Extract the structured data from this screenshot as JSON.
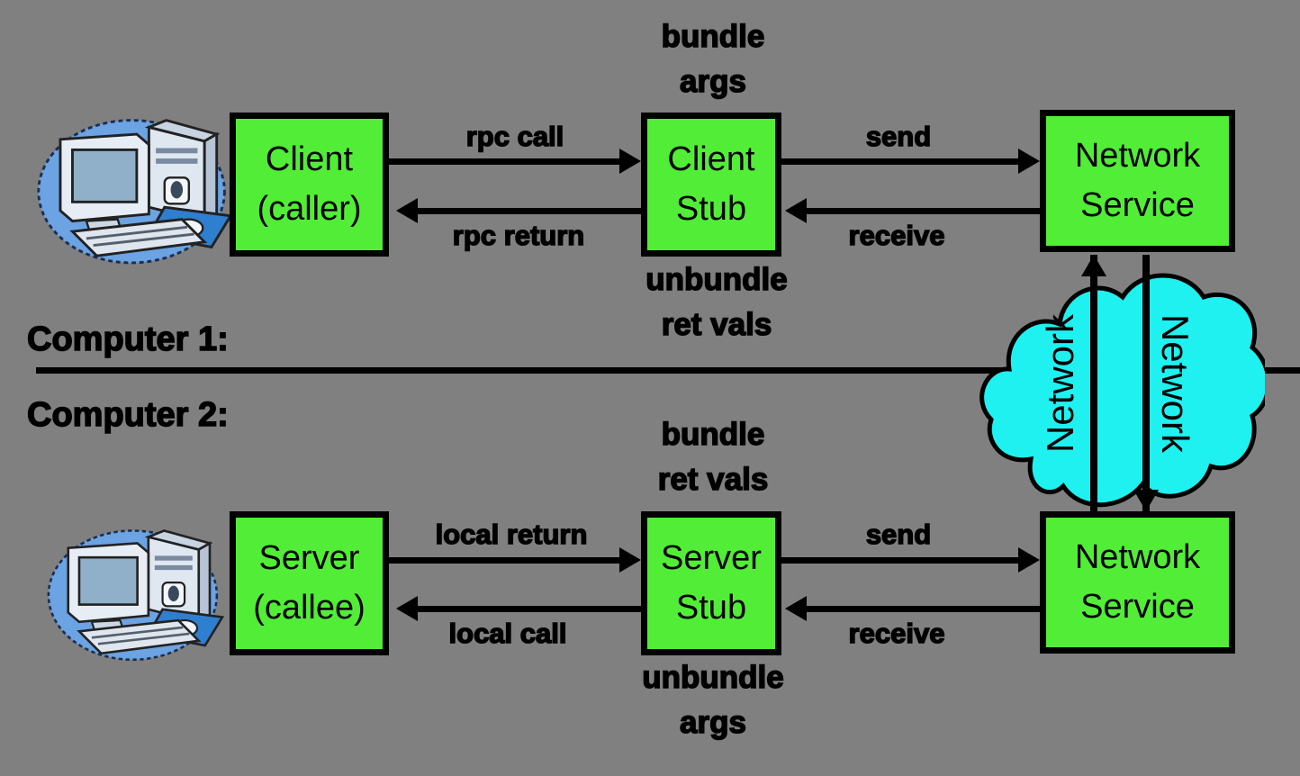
{
  "background": "#808080",
  "colors": {
    "box_fill": "#52ed37",
    "box_border": "#000000",
    "cloud_fill": "#1ff0f0",
    "line": "#000000",
    "computer_blue": "#6ba3e3"
  },
  "machines": {
    "computer1_label": "Computer 1:",
    "computer2_label": "Computer 2:"
  },
  "boxes": {
    "client": {
      "line1": "Client",
      "line2": "(caller)"
    },
    "client_stub": {
      "line1": "Client",
      "line2": "Stub"
    },
    "network_service_top": {
      "line1": "Network",
      "line2": "Service"
    },
    "server": {
      "line1": "Server",
      "line2": "(callee)"
    },
    "server_stub": {
      "line1": "Server",
      "line2": "Stub"
    },
    "network_service_bottom": {
      "line1": "Network",
      "line2": "Service"
    }
  },
  "arrows": {
    "rpc_call": "rpc call",
    "rpc_return": "rpc return",
    "send_top": "send",
    "receive_top": "receive",
    "local_return": "local return",
    "local_call": "local call",
    "send_bottom": "send",
    "receive_bottom": "receive"
  },
  "annotations": {
    "bundle_args": {
      "line1": "bundle",
      "line2": "args"
    },
    "unbundle_ret_vals": {
      "line1": "unbundle",
      "line2": "ret vals"
    },
    "bundle_ret_vals": {
      "line1": "bundle",
      "line2": "ret vals"
    },
    "unbundle_args": {
      "line1": "unbundle",
      "line2": "args"
    }
  },
  "cloud": {
    "label_left": "Network",
    "label_right": "Network"
  },
  "icons": {
    "computer1": "desktop-computer-icon",
    "computer2": "desktop-computer-icon",
    "cloud": "network-cloud-icon"
  }
}
